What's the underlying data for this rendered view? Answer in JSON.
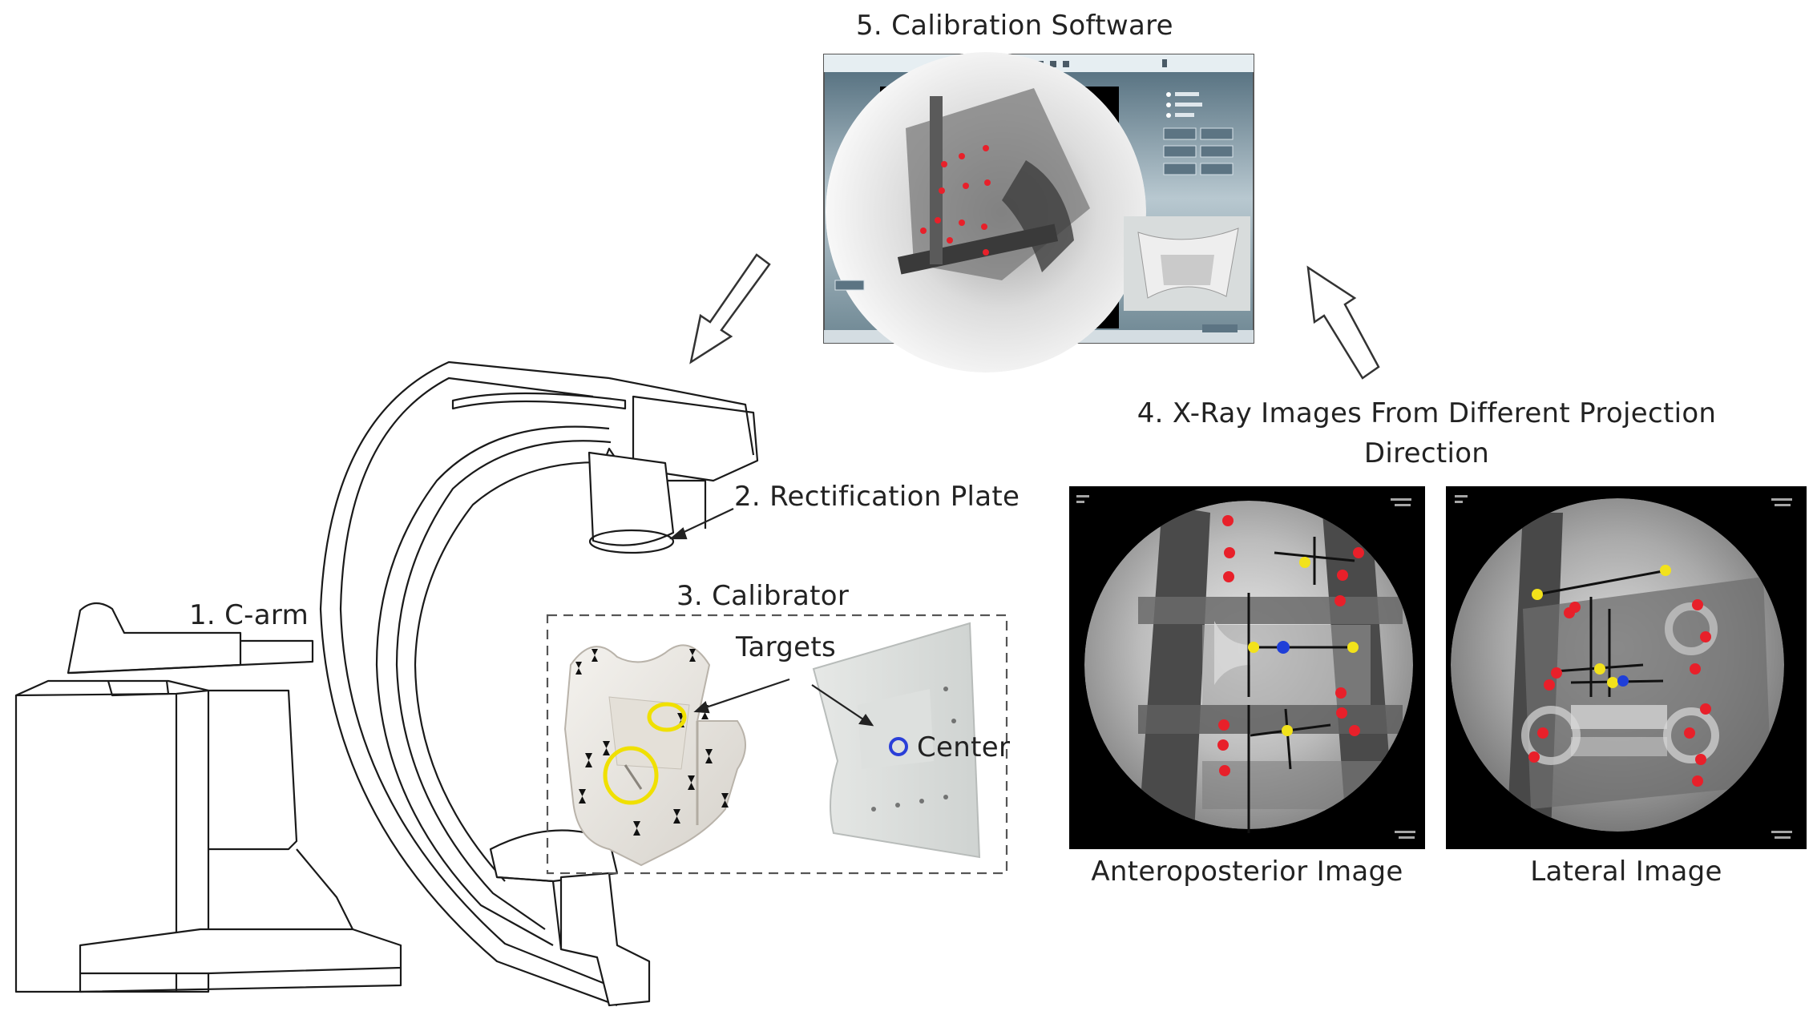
{
  "labels": {
    "software": "5. Calibration Software",
    "carm": "1. C-arm",
    "plate": "2. Rectification Plate",
    "calibrator": "3. Calibrator",
    "targets": "Targets",
    "center": "Center",
    "xray_line1": "4. X-Ray Images From Different Projection",
    "xray_line2": "Direction",
    "ap_caption": "Anteroposterior Image",
    "lat_caption": "Lateral Image"
  },
  "colors": {
    "marker_red": "#e8202a",
    "marker_yellow": "#f2e21b",
    "marker_blue": "#1f3fd8",
    "highlight_yellow": "#f0e000",
    "center_blue": "#2a3fd8"
  },
  "icons": {
    "arrow_to_carm": "hollow-arrow-down-left-icon",
    "arrow_to_software": "hollow-arrow-up-left-icon",
    "pointer_plate": "arrow-pointer-icon",
    "pointer_targets": "arrow-pointer-icon"
  }
}
